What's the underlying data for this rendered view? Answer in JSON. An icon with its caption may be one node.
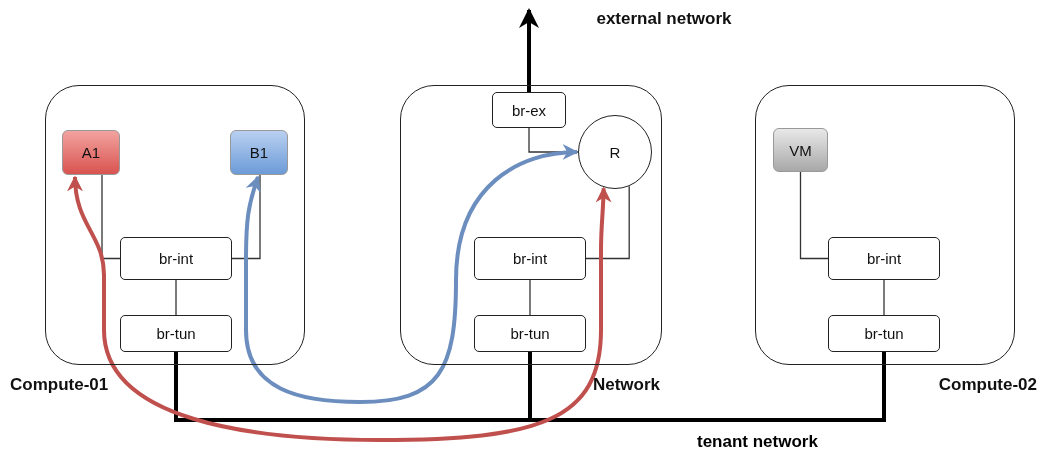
{
  "diagram": {
    "nodes": [
      {
        "text": [
          "Compute-01"
        ]
      },
      {
        "text": [
          "A1"
        ],
        "in": 0
      },
      {
        "text": [
          "B1"
        ],
        "in": 0
      },
      {
        "text": [
          "br-int"
        ],
        "in": 0
      },
      {
        "text": [
          "br-tun"
        ],
        "in": 0
      },
      {
        "text": [
          "Network"
        ]
      },
      {
        "text": [
          "br-ex"
        ],
        "in": 5
      },
      {
        "text": [
          "R"
        ],
        "in": 5
      },
      {
        "text": [
          "br-int"
        ],
        "in": 5
      },
      {
        "text": [
          "br-tun"
        ],
        "in": 5
      },
      {
        "text": [
          "Compute-02"
        ]
      },
      {
        "text": [
          "VM"
        ],
        "in": 10
      },
      {
        "text": [
          "br-int"
        ],
        "in": 10
      },
      {
        "text": [
          "br-tun"
        ],
        "in": 10
      },
      {
        "text": [
          "external network"
        ]
      }
    ],
    "edges": [
      {
        "from": 1,
        "to": 3,
        "arrow": "none"
      },
      {
        "from": 2,
        "to": 3,
        "arrow": "none"
      },
      {
        "from": 3,
        "to": 4,
        "arrow": "none"
      },
      {
        "from": 6,
        "to": 7,
        "arrow": "none"
      },
      {
        "from": 7,
        "to": 8,
        "arrow": "none"
      },
      {
        "from": 8,
        "to": 9,
        "arrow": "none"
      },
      {
        "from": 6,
        "to": 14,
        "arrow": "to",
        "style": "thick"
      },
      {
        "from": 11,
        "to": 12,
        "arrow": "none"
      },
      {
        "from": 12,
        "to": 13,
        "arrow": "none"
      },
      {
        "from": 4,
        "to": 9,
        "arrow": "none",
        "style": "thick"
      },
      {
        "from": 9,
        "to": 13,
        "arrow": "none",
        "style": "thick"
      },
      {
        "from": 1,
        "to": 7,
        "arrow": "both",
        "style": "thick",
        "color": "#c0504d"
      },
      {
        "from": 2,
        "to": 7,
        "arrow": "both",
        "style": "thick",
        "color": "#6c8ebf"
      }
    ],
    "labels": [
      "tenant network"
    ]
  }
}
